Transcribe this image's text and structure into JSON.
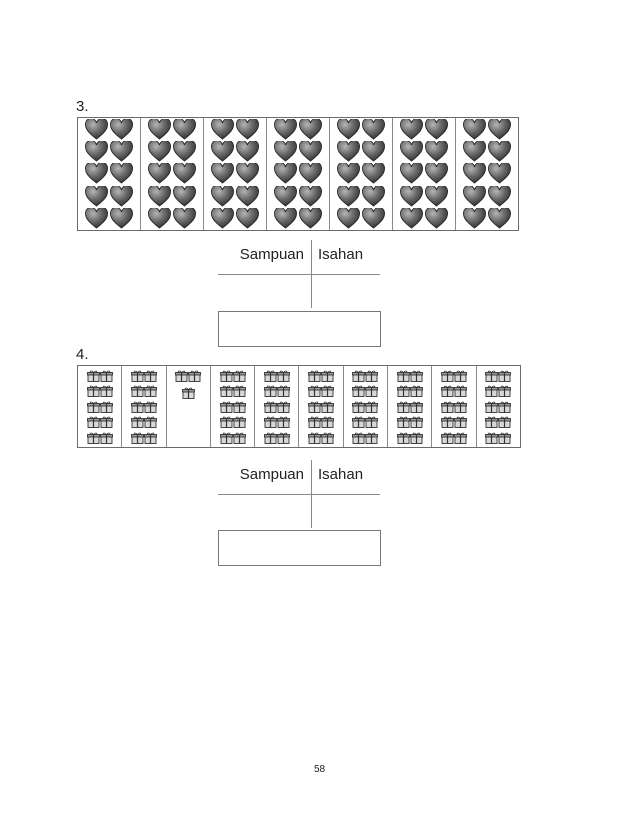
{
  "questions": [
    {
      "number": "3.",
      "icon": "heart-icon",
      "groups": [
        10,
        10,
        10,
        10,
        10,
        10,
        10
      ],
      "table": {
        "col1": "Sampuan",
        "col2": "Isahan"
      }
    },
    {
      "number": "4.",
      "icon": "gift-icon",
      "groups": [
        10,
        10,
        3,
        10,
        10,
        10,
        10,
        10,
        10,
        10
      ],
      "table": {
        "col1": "Sampuan",
        "col2": "Isahan"
      }
    }
  ],
  "page_number": "58"
}
